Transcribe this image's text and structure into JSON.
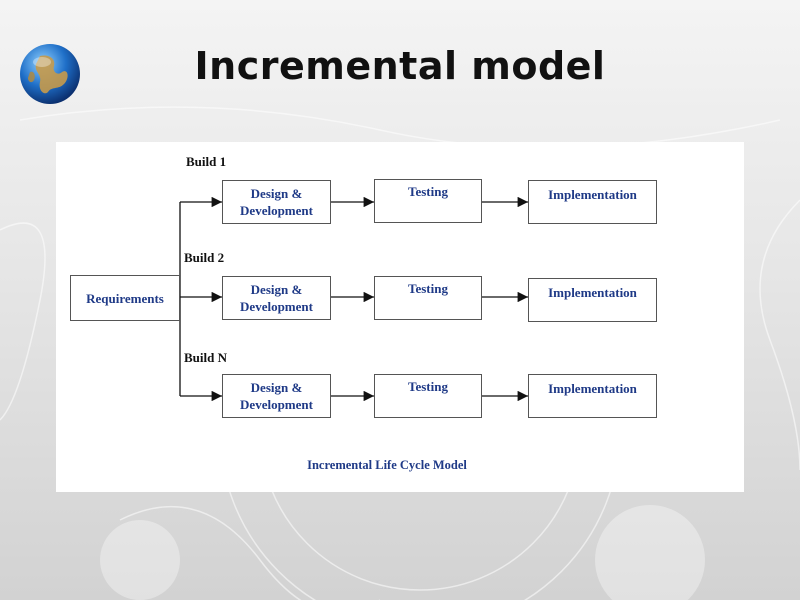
{
  "slide": {
    "title": "Incremental model"
  },
  "diagram": {
    "requirements": "Requirements",
    "builds": [
      {
        "label": "Build 1",
        "design": "Design &\nDevelopment",
        "testing": "Testing",
        "implementation": "Implementation"
      },
      {
        "label": "Build 2",
        "design": "Design &\nDevelopment",
        "testing": "Testing",
        "implementation": "Implementation"
      },
      {
        "label": "Build N",
        "design": "Design &\nDevelopment",
        "testing": "Testing",
        "implementation": "Implementation"
      }
    ],
    "caption": "Incremental Life Cycle Model"
  },
  "colors": {
    "box_text": "#1f3a87",
    "panel": "#ffffff",
    "title": "#111111"
  },
  "icons": {
    "logo": "globe-icon"
  }
}
